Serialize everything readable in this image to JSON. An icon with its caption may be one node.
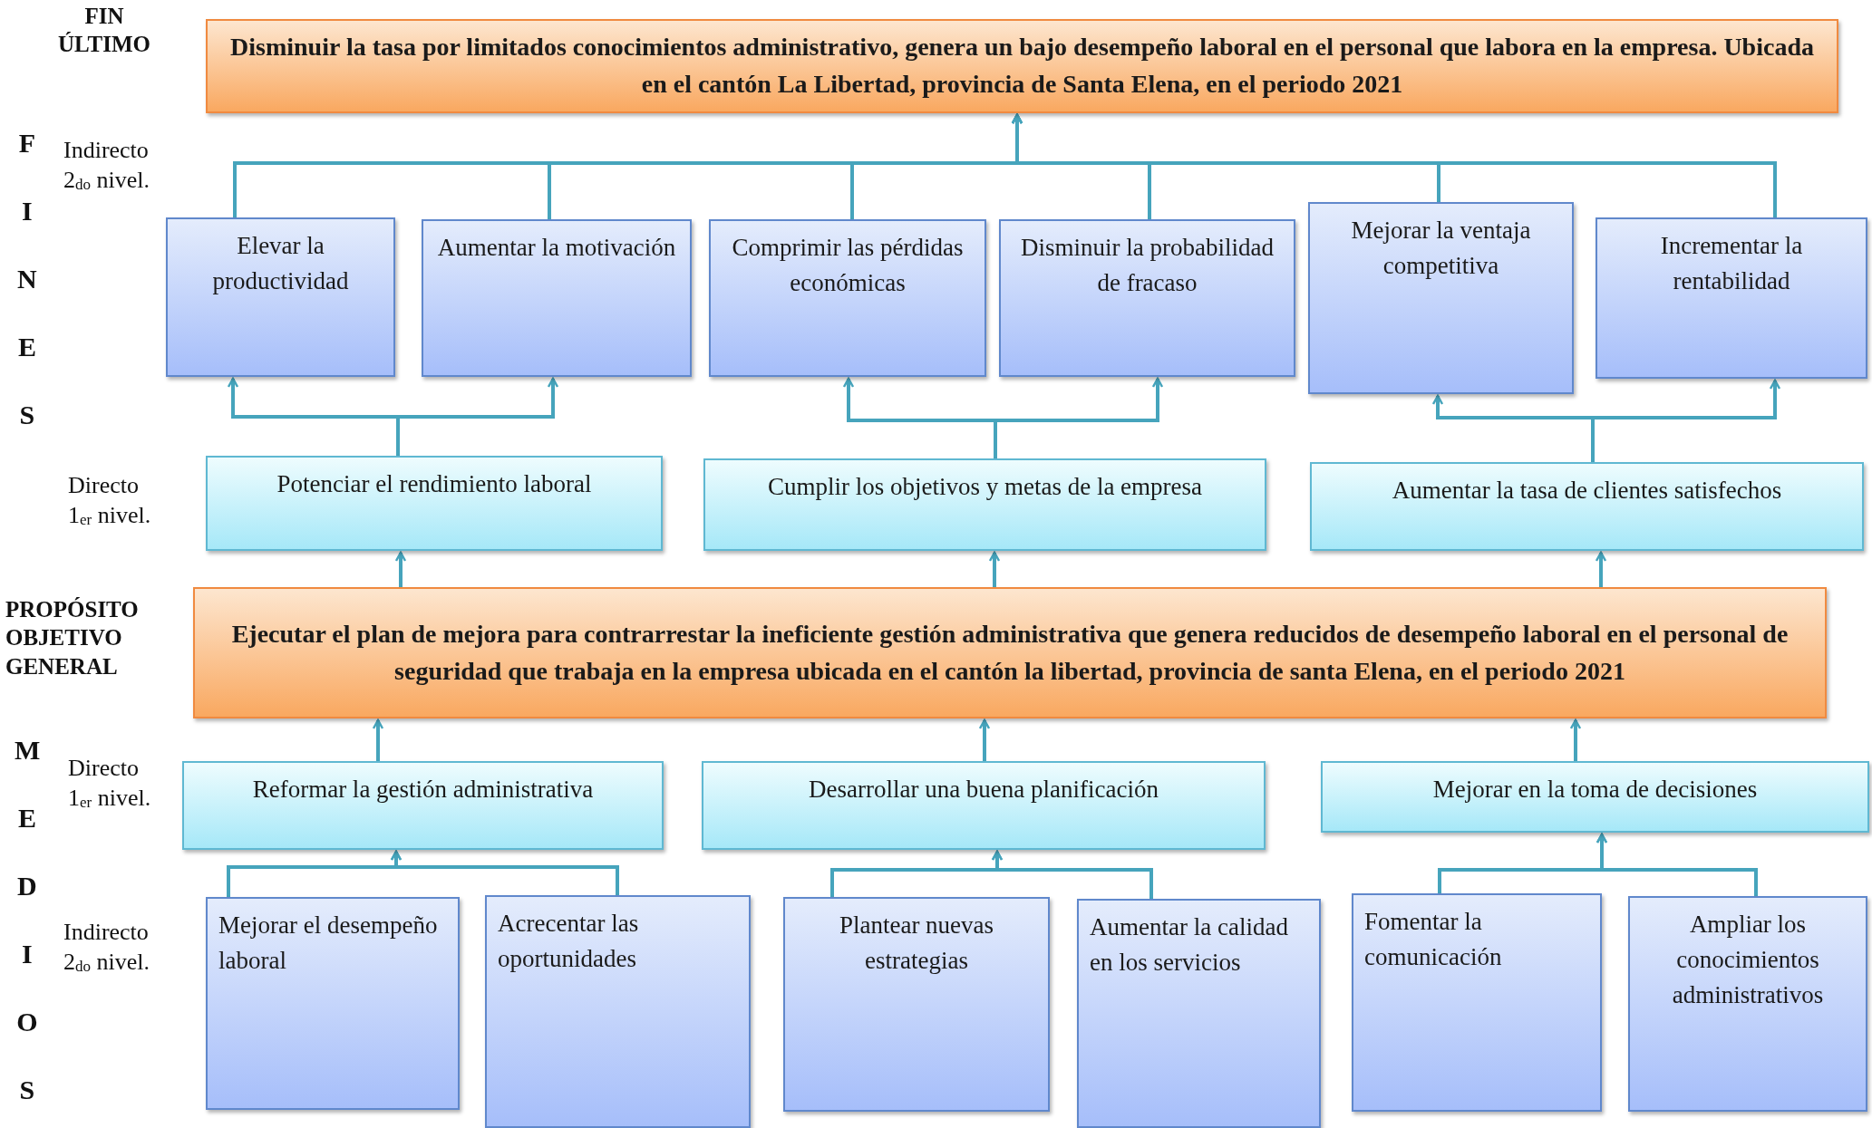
{
  "diagram": {
    "nodes": [
      {
        "text": [
          "Disminuir la tasa por limitados conocimientos administrativo, genera un bajo desempeño laboral en el personal que labora en la empresa. Ubicada en el cantón La Libertad, provincia de Santa Elena, en el periodo 2021"
        ]
      },
      {
        "text": [
          "Elevar la productividad"
        ]
      },
      {
        "text": [
          "Aumentar la motivación"
        ]
      },
      {
        "text": [
          "Comprimir las pérdidas económicas"
        ]
      },
      {
        "text": [
          "Disminuir la probabilidad de fracaso"
        ]
      },
      {
        "text": [
          "Mejorar la ventaja competitiva"
        ]
      },
      {
        "text": [
          "Incrementar  la rentabilidad"
        ]
      },
      {
        "text": [
          "Potenciar el rendimiento laboral"
        ]
      },
      {
        "text": [
          "Cumplir los objetivos y metas de la empresa"
        ]
      },
      {
        "text": [
          "Aumentar la tasa de clientes satisfechos"
        ]
      },
      {
        "text": [
          "Ejecutar el plan de mejora para contrarrestar la ineficiente gestión administrativa que genera reducidos de desempeño laboral en el personal de seguridad que trabaja en la empresa ubicada en el cantón la libertad, provincia de santa Elena, en el periodo 2021"
        ]
      },
      {
        "text": [
          "Reformar la gestión administrativa"
        ]
      },
      {
        "text": [
          "Desarrollar una buena planificación"
        ]
      },
      {
        "text": [
          "Mejorar en la toma de decisiones"
        ]
      },
      {
        "text": [
          "Mejorar el desempeño laboral"
        ]
      },
      {
        "text": [
          "Acrecentar las oportunidades"
        ]
      },
      {
        "text": [
          "Plantear nuevas estrategias"
        ]
      },
      {
        "text": [
          "Aumentar la calidad en los servicios"
        ]
      },
      {
        "text": [
          "Fomentar la comunicación"
        ]
      },
      {
        "text": [
          "Ampliar los conocimientos administrativos"
        ]
      }
    ],
    "edges": [
      {
        "from": 1,
        "to": 0,
        "arrow": "to"
      },
      {
        "from": 2,
        "to": 0,
        "arrow": "to"
      },
      {
        "from": 3,
        "to": 0,
        "arrow": "to"
      },
      {
        "from": 4,
        "to": 0,
        "arrow": "to"
      },
      {
        "from": 5,
        "to": 0,
        "arrow": "to"
      },
      {
        "from": 6,
        "to": 0,
        "arrow": "to"
      },
      {
        "from": 7,
        "to": 1,
        "arrow": "to"
      },
      {
        "from": 7,
        "to": 2,
        "arrow": "to"
      },
      {
        "from": 8,
        "to": 3,
        "arrow": "to"
      },
      {
        "from": 8,
        "to": 4,
        "arrow": "to"
      },
      {
        "from": 9,
        "to": 5,
        "arrow": "to"
      },
      {
        "from": 9,
        "to": 6,
        "arrow": "to"
      },
      {
        "from": 10,
        "to": 7,
        "arrow": "to"
      },
      {
        "from": 10,
        "to": 8,
        "arrow": "to"
      },
      {
        "from": 10,
        "to": 9,
        "arrow": "to"
      },
      {
        "from": 11,
        "to": 10,
        "arrow": "to"
      },
      {
        "from": 12,
        "to": 10,
        "arrow": "to"
      },
      {
        "from": 13,
        "to": 10,
        "arrow": "to"
      },
      {
        "from": 14,
        "to": 11,
        "arrow": "to"
      },
      {
        "from": 15,
        "to": 11,
        "arrow": "to"
      },
      {
        "from": 16,
        "to": 12,
        "arrow": "to"
      },
      {
        "from": 17,
        "to": 12,
        "arrow": "to"
      },
      {
        "from": 18,
        "to": 13,
        "arrow": "to"
      },
      {
        "from": 19,
        "to": 13,
        "arrow": "to"
      }
    ],
    "labels": [
      "FIN ÚLTIMO",
      "FINES",
      "Indirecto 2$_{do}$ nivel.",
      "Directo 1$_{er}$ nivel.",
      "PROPÓSITO OBJETIVO GENERAL",
      "MEDIOS",
      "Directo 1$_{er}$ nivel.",
      "Indirecto 2$_{do}$ nivel."
    ]
  }
}
